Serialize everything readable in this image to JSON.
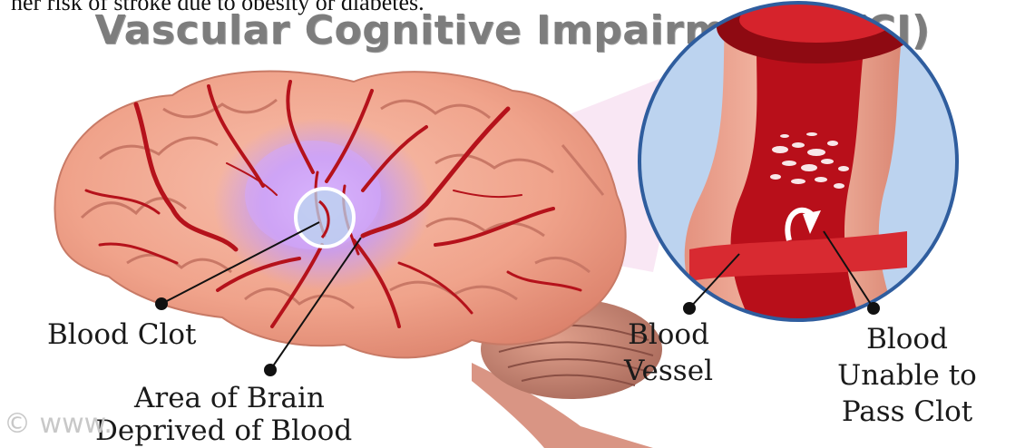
{
  "header_clip": "her risk of stroke due to obesity or diabetes.",
  "title": "Vascular Cognitive Impairment (VCI)",
  "labels": {
    "blood_clot": "Blood Clot",
    "area_deprived": [
      "Area of Brain",
      "Deprived of Blood"
    ],
    "blood_vessel": [
      "Blood",
      "Vessel"
    ],
    "unable_to_pass": [
      "Blood",
      "Unable to",
      "Pass Clot"
    ]
  },
  "watermark": "© www.",
  "colors": {
    "title": "#7d7d7d",
    "brain": "#f2a58e",
    "vessel": "#b3121a",
    "ischemic_zone": "#c79df5",
    "magnifier_bg": "#bcd3ef",
    "magnifier_ring": "#2f5d9e"
  }
}
